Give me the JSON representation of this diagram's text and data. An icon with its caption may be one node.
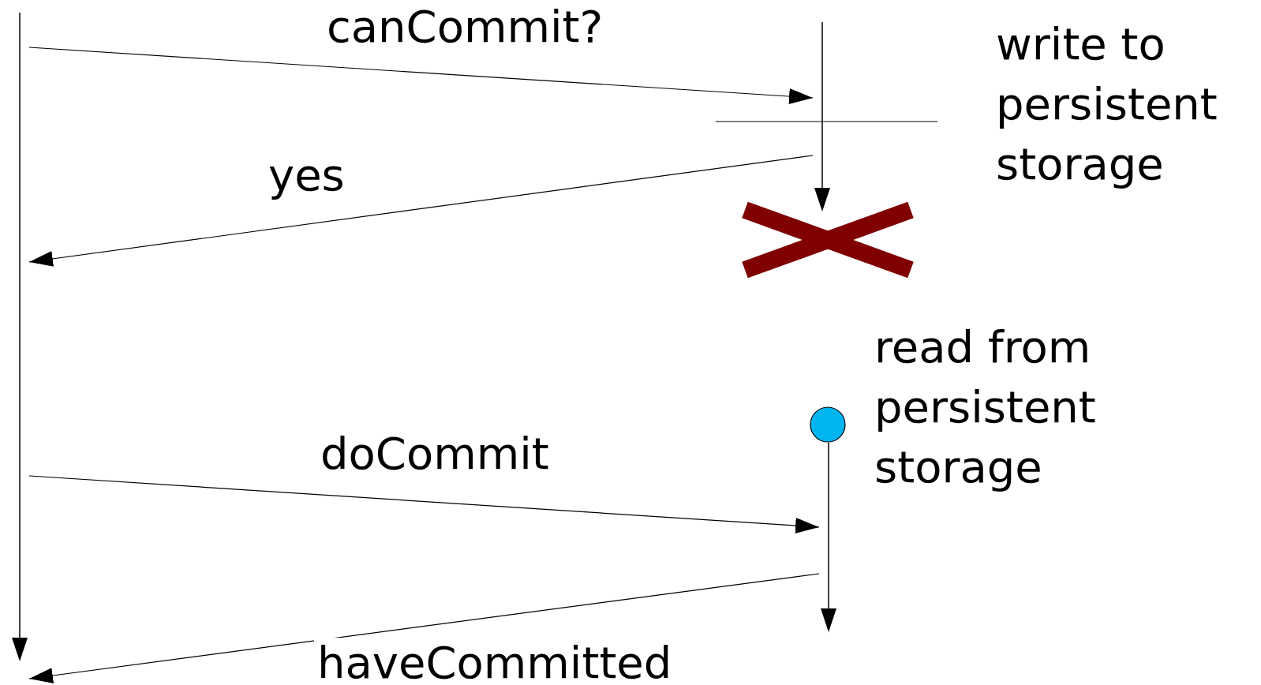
{
  "diagram": {
    "nodes": [
      {
        "text": [],
        "shape": "line"
      },
      {
        "text": [],
        "shape": "line"
      },
      {
        "text": [],
        "shape": "cross"
      },
      {
        "text": [],
        "shape": "circle",
        "beside": [
          "read from persistent storage"
        ]
      },
      {
        "text": [],
        "shape": "line"
      }
    ],
    "edges": [
      {
        "from": 0,
        "to": 1,
        "arrow": "to",
        "label": "canCommit?"
      },
      {
        "from": 1,
        "to": 0,
        "arrow": "to",
        "label": "yes"
      },
      {
        "from": 0,
        "to": 4,
        "arrow": "to",
        "label": "doCommit"
      },
      {
        "from": 4,
        "to": 0,
        "arrow": "to",
        "label": "haveCommitted"
      }
    ],
    "labels": [
      "write to persistent storage"
    ]
  }
}
